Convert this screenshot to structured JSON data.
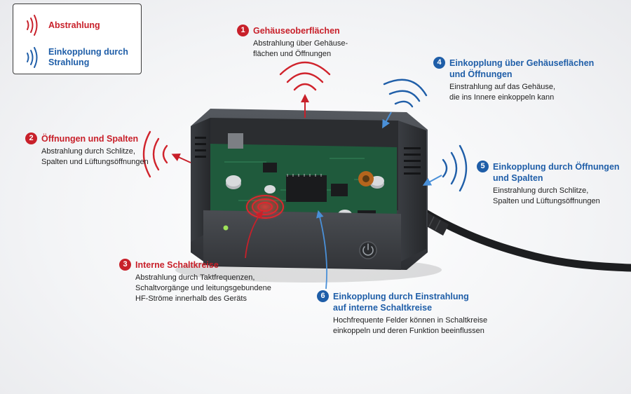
{
  "legend": {
    "emission": {
      "label": "Abstrahlung",
      "color": "#c8202a",
      "icon": "emission-wave-icon"
    },
    "coupling": {
      "label": "Einkopplung durch\nStrahlung",
      "color": "#1f5ea8",
      "icon": "coupling-wave-icon"
    }
  },
  "callouts": [
    {
      "number": "1",
      "kind": "emission",
      "title": "Gehäuseoberflächen",
      "description": "Abstrahlung über Gehäuse-\nflächen und Öffnungen"
    },
    {
      "number": "2",
      "kind": "emission",
      "title": "Öffnungen und Spalten",
      "description": "Abstrahlung durch Schlitze,\nSpalten und Lüftungsöffnungen"
    },
    {
      "number": "3",
      "kind": "emission",
      "title": "Interne Schaltkreise",
      "description": "Abstrahlung durch Taktfrequenzen,\nSchaltvorgänge und leitungsgebundene\nHF-Ströme innerhalb des Geräts"
    },
    {
      "number": "4",
      "kind": "coupling",
      "title": "Einkopplung über Gehäuseflächen\nund Öffnungen",
      "description": "Einstrahlung auf das Gehäuse,\ndie ins Innere einkoppeln kann"
    },
    {
      "number": "5",
      "kind": "coupling",
      "title": "Einkopplung durch Öffnungen\nund Spalten",
      "description": "Einstrahlung durch Schlitze,\nSpalten und Lüftungsöffnungen"
    },
    {
      "number": "6",
      "kind": "coupling",
      "title": "Einkopplung durch Einstrahlung\nauf interne Schaltkreise",
      "description": "Hochfrequente Felder können in Schaltkreise\neinkoppeln und deren Funktion beeinflussen"
    }
  ],
  "colors": {
    "emission": "#c8202a",
    "coupling": "#1f5ea8",
    "housing": "#3c3f44",
    "pcb": "#1f5a3c"
  }
}
